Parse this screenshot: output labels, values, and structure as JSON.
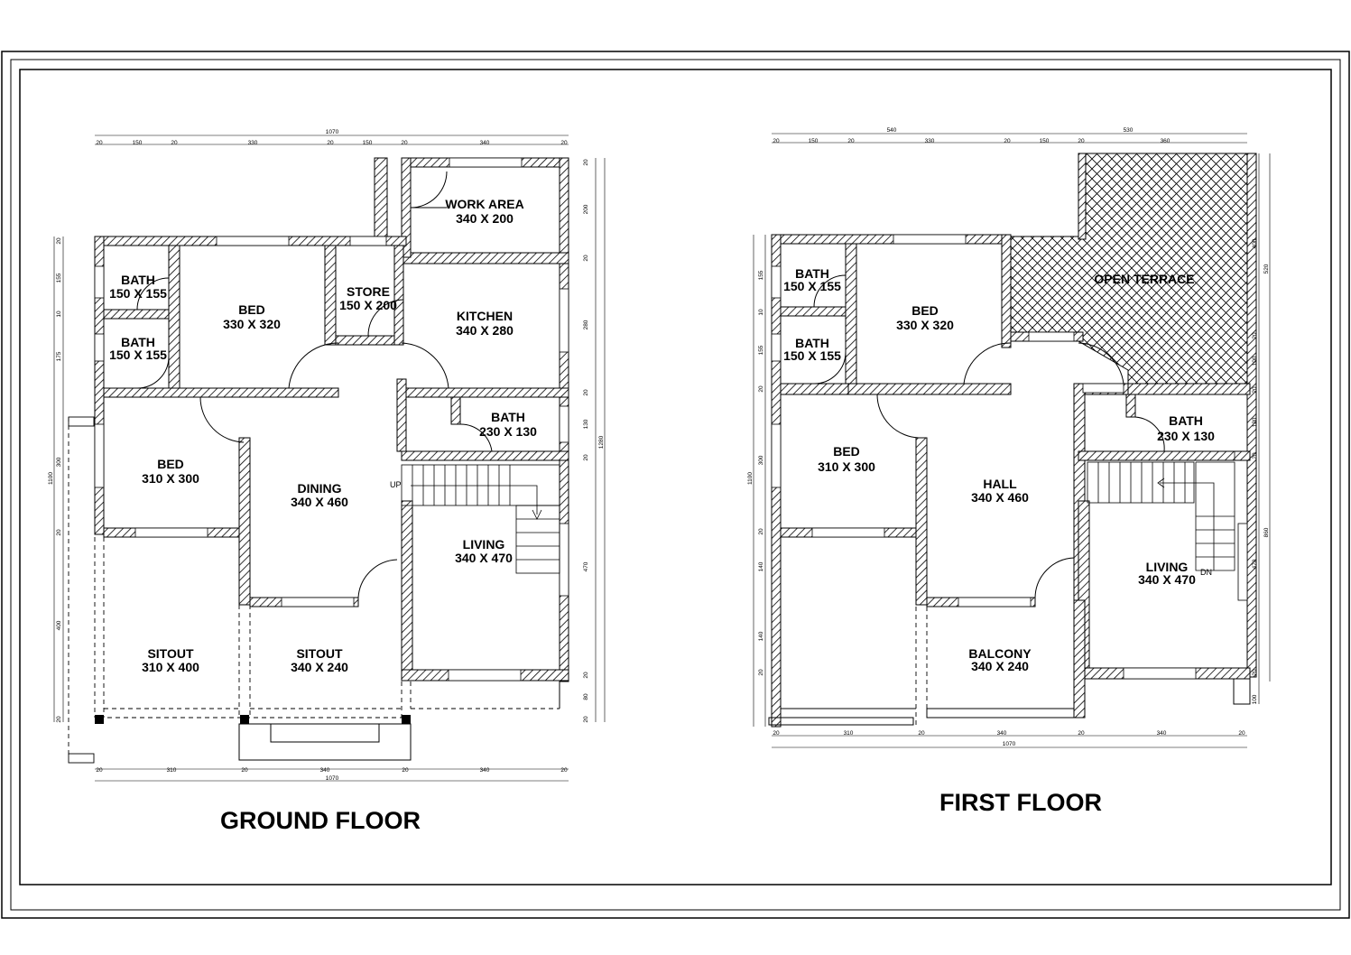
{
  "ground_floor": {
    "title": "GROUND FLOOR",
    "rooms": [
      {
        "name": "WORK AREA",
        "size": "340 X 200"
      },
      {
        "name": "BATH",
        "size": "150 X 155"
      },
      {
        "name": "BED",
        "size": "330 X 320"
      },
      {
        "name": "STORE",
        "size": "150 X 200"
      },
      {
        "name": "KITCHEN",
        "size": "340 X 280"
      },
      {
        "name": "BATH",
        "size": "150 X 155"
      },
      {
        "name": "BATH",
        "size": "230 X 130"
      },
      {
        "name": "BED",
        "size": "310 X 300"
      },
      {
        "name": "DINING",
        "size": "340 X 460"
      },
      {
        "name": "LIVING",
        "size": "340 X 470"
      },
      {
        "name": "SITOUT",
        "size": "310 X 400"
      },
      {
        "name": "SITOUT",
        "size": "340 X 240"
      }
    ],
    "stair_label": "UP",
    "top_total": "1070",
    "top_dims": [
      "20",
      "150",
      "20",
      "330",
      "20",
      "150",
      "20",
      "340",
      "20"
    ],
    "bottom_dims": [
      "20",
      "310",
      "20",
      "340",
      "20",
      "340",
      "20"
    ],
    "bottom_total": "1070",
    "left_total": "1100",
    "left_dims": [
      "20",
      "155",
      "10",
      "175",
      "300",
      "20",
      "400",
      "20"
    ],
    "right_dims": [
      "20",
      "200",
      "20",
      "280",
      "20",
      "130",
      "20",
      "470",
      "20",
      "80",
      "20"
    ],
    "right_total": "1280"
  },
  "first_floor": {
    "title": "FIRST FLOOR",
    "rooms": [
      {
        "name": "BATH",
        "size": "150 X 155"
      },
      {
        "name": "BED",
        "size": "330 X 320"
      },
      {
        "name": "OPEN TERRACE",
        "size": ""
      },
      {
        "name": "BATH",
        "size": "150 X 155"
      },
      {
        "name": "BATH",
        "size": "230 X 130"
      },
      {
        "name": "BED",
        "size": "310 X 300"
      },
      {
        "name": "HALL",
        "size": "340 X 460"
      },
      {
        "name": "LIVING",
        "size": "340 X 470"
      },
      {
        "name": "BALCONY",
        "size": "340 X 240"
      }
    ],
    "stair_label": "DN",
    "top_group": [
      "540",
      "530"
    ],
    "top_dims": [
      "20",
      "150",
      "20",
      "330",
      "20",
      "150",
      "20",
      "360"
    ],
    "bottom_dims": [
      "20",
      "310",
      "20",
      "340",
      "20",
      "340",
      "20"
    ],
    "bottom_total": "1070",
    "left_total": "1100",
    "left_dims": [
      "155",
      "10",
      "155",
      "20",
      "300",
      "20",
      "140",
      "140",
      "20"
    ],
    "right_dims": [
      "400",
      "20",
      "100",
      "20",
      "130",
      "20",
      "470",
      "20",
      "100"
    ],
    "right_total": [
      "520",
      "860"
    ]
  }
}
